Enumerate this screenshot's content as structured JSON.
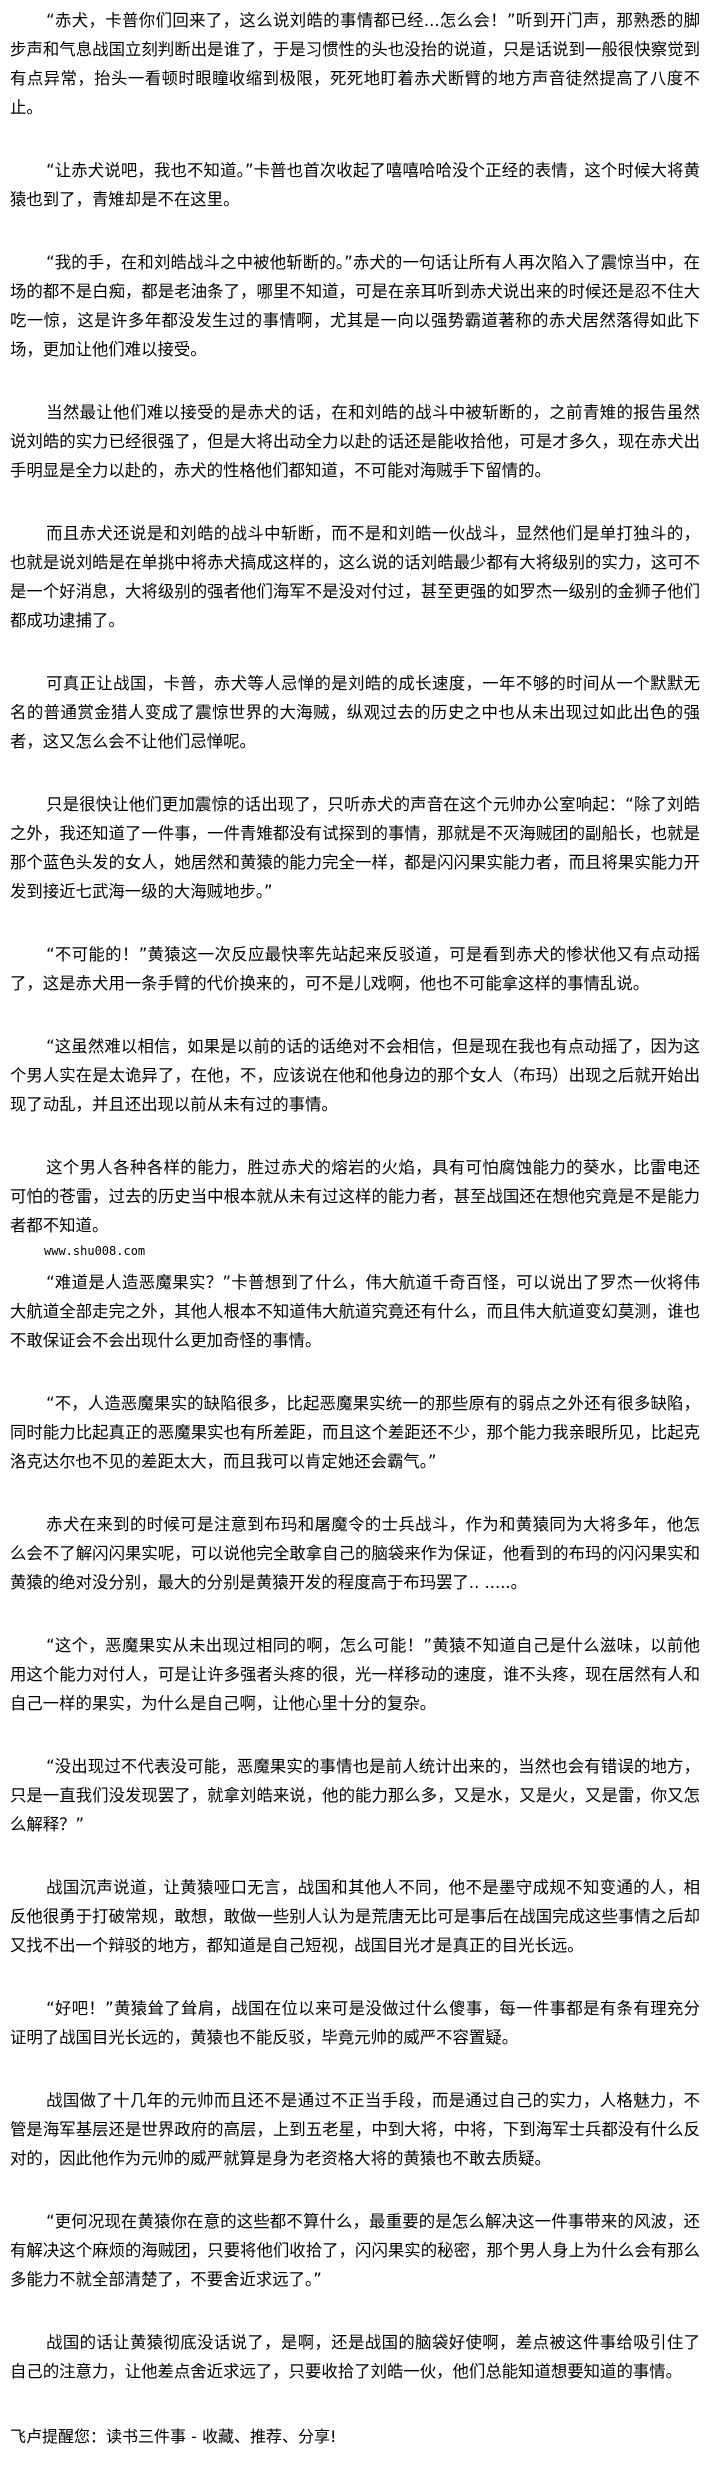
{
  "paragraphs": [
    "“赤犬，卡普你们回来了，这么说刘皓的事情都已经...怎么会！”听到开门声，那熟悉的脚步声和气息战国立刻判断出是谁了，于是习惯性的头也没抬的说道，只是话说到一般很快察觉到有点异常，抬头一看顿时眼瞳收缩到极限，死死地盯着赤犬断臂的地方声音徒然提高了八度不止。",
    "“让赤犬说吧，我也不知道。”卡普也首次收起了嘻嘻哈哈没个正经的表情，这个时候大将黄猿也到了，青雉却是不在这里。",
    "“我的手，在和刘皓战斗之中被他斩断的。”赤犬的一句话让所有人再次陷入了震惊当中，在场的都不是白痴，都是老油条了，哪里不知道，可是在亲耳听到赤犬说出来的时候还是忍不住大吃一惊，这是许多年都没发生过的事情啊，尤其是一向以强势霸道著称的赤犬居然落得如此下场，更加让他们难以接受。",
    "当然最让他们难以接受的是赤犬的话，在和刘皓的战斗中被斩断的，之前青雉的报告虽然说刘皓的实力已经很强了，但是大将出动全力以赴的话还是能收拾他，可是才多久，现在赤犬出手明显是全力以赴的，赤犬的性格他们都知道，不可能对海贼手下留情的。",
    "而且赤犬还说是和刘皓的战斗中斩断，而不是和刘皓一伙战斗，显然他们是单打独斗的，也就是说刘皓是在单挑中将赤犬搞成这样的，这么说的话刘皓最少都有大将级别的实力，这可不是一个好消息，大将级别的强者他们海军不是没对付过，甚至更强的如罗杰一级别的金狮子他们都成功逮捕了。",
    "可真正让战国，卡普，赤犬等人忌惮的是刘皓的成长速度，一年不够的时间从一个默默无名的普通赏金猎人变成了震惊世界的大海贼，纵观过去的历史之中也从未出现过如此出色的强者，这又怎么会不让他们忌惮呢。",
    "只是很快让他们更加震惊的话出现了，只听赤犬的声音在这个元帅办公室响起：“除了刘皓之外，我还知道了一件事，一件青雉都没有试探到的事情，那就是不灭海贼团的副船长，也就是那个蓝色头发的女人，她居然和黄猿的能力完全一样，都是闪闪果实能力者，而且将果实能力开发到接近七武海一级的大海贼地步。”",
    "“不可能的！”黄猿这一次反应最快率先站起来反驳道，可是看到赤犬的惨状他又有点动摇了，这是赤犬用一条手臂的代价换来的，可不是儿戏啊，他也不可能拿这样的事情乱说。",
    "“这虽然难以相信，如果是以前的话的话绝对不会相信，但是现在我也有点动摇了，因为这个男人实在是太诡异了，在他，不，应该说在他和他身边的那个女人（布玛）出现之后就开始出现了动乱，并且还出现以前从未有过的事情。",
    "这个男人各种各样的能力，胜过赤犬的熔岩的火焰，具有可怕腐蚀能力的葵水，比雷电还可怕的苍雷，过去的历史当中根本就从未有过这样的能力者，甚至战国还在想他究竟是不是能力者都不知道。",
    "“难道是人造恶魔果实？”卡普想到了什么，伟大航道千奇百怪，可以说出了罗杰一伙将伟大航道全部走完之外，其他人根本不知道伟大航道究竟还有什么，而且伟大航道变幻莫测，谁也不敢保证会不会出现什么更加奇怪的事情。",
    "“不，人造恶魔果实的缺陷很多，比起恶魔果实统一的那些原有的弱点之外还有很多缺陷，同时能力比起真正的恶魔果实也有所差距，而且这个差距还不少，那个能力我亲眼所见，比起克洛克达尔也不见的差距太大，而且我可以肯定她还会霸气。”",
    "赤犬在来到的时候可是注意到布玛和屠魔令的士兵战斗，作为和黄猿同为大将多年，他怎么会不了解闪闪果实呢，可以说他完全敢拿自己的脑袋来作为保证，他看到的布玛的闪闪果实和黄猿的绝对没分别，最大的分别是黄猿开发的程度高于布玛罢了.. .....。",
    "“这个，恶魔果实从未出现过相同的啊，怎么可能！”黄猿不知道自己是什么滋味，以前他用这个能力对付人，可是让许多强者头疼的很，光一样移动的速度，谁不头疼，现在居然有人和自己一样的果实，为什么是自己啊，让他心里十分的复杂。",
    "“没出现过不代表没可能，恶魔果实的事情也是前人统计出来的，当然也会有错误的地方，只是一直我们没发现罢了，就拿刘皓来说，他的能力那么多，又是水，又是火，又是雷，你又怎么解释？”",
    "战国沉声说道，让黄猿哑口无言，战国和其他人不同，他不是墨守成规不知变通的人，相反他很勇于打破常规，敢想，敢做一些别人认为是荒唐无比可是事后在战国完成这些事情之后却又找不出一个辩驳的地方，都知道是自己短视，战国目光才是真正的目光长远。",
    "“好吧！”黄猿耸了耸肩，战国在位以来可是没做过什么傻事，每一件事都是有条有理充分证明了战国目光长远的，黄猿也不能反驳，毕竟元帅的威严不容置疑。",
    "战国做了十几年的元帅而且还不是通过不正当手段，而是通过自己的实力，人格魅力，不管是海军基层还是世界政府的高层，上到五老星，中到大将，中将，下到海军士兵都没有什么反对的，因此他作为元帅的威严就算是身为老资格大将的黄猿也不敢去质疑。",
    "“更何况现在黄猿你在意的这些都不算什么，最重要的是怎么解决这一件事带来的风波，还有解决这个麻烦的海贼团，只要将他们收拾了，闪闪果实的秘密，那个男人身上为什么会有那么多能力不就全部清楚了，不要舍近求远了。”",
    "战国的话让黄猿彻底没话说了，是啊，还是战国的脑袋好使啊，差点被这件事给吸引住了自己的注意力，让他差点舍近求远了，只要收拾了刘皓一伙，他们总能知道想要知道的事情。"
  ],
  "site_link": "www.shu008.com",
  "footer_note": "飞卢提醒您：读书三件事 - 收藏、推荐、分享!"
}
